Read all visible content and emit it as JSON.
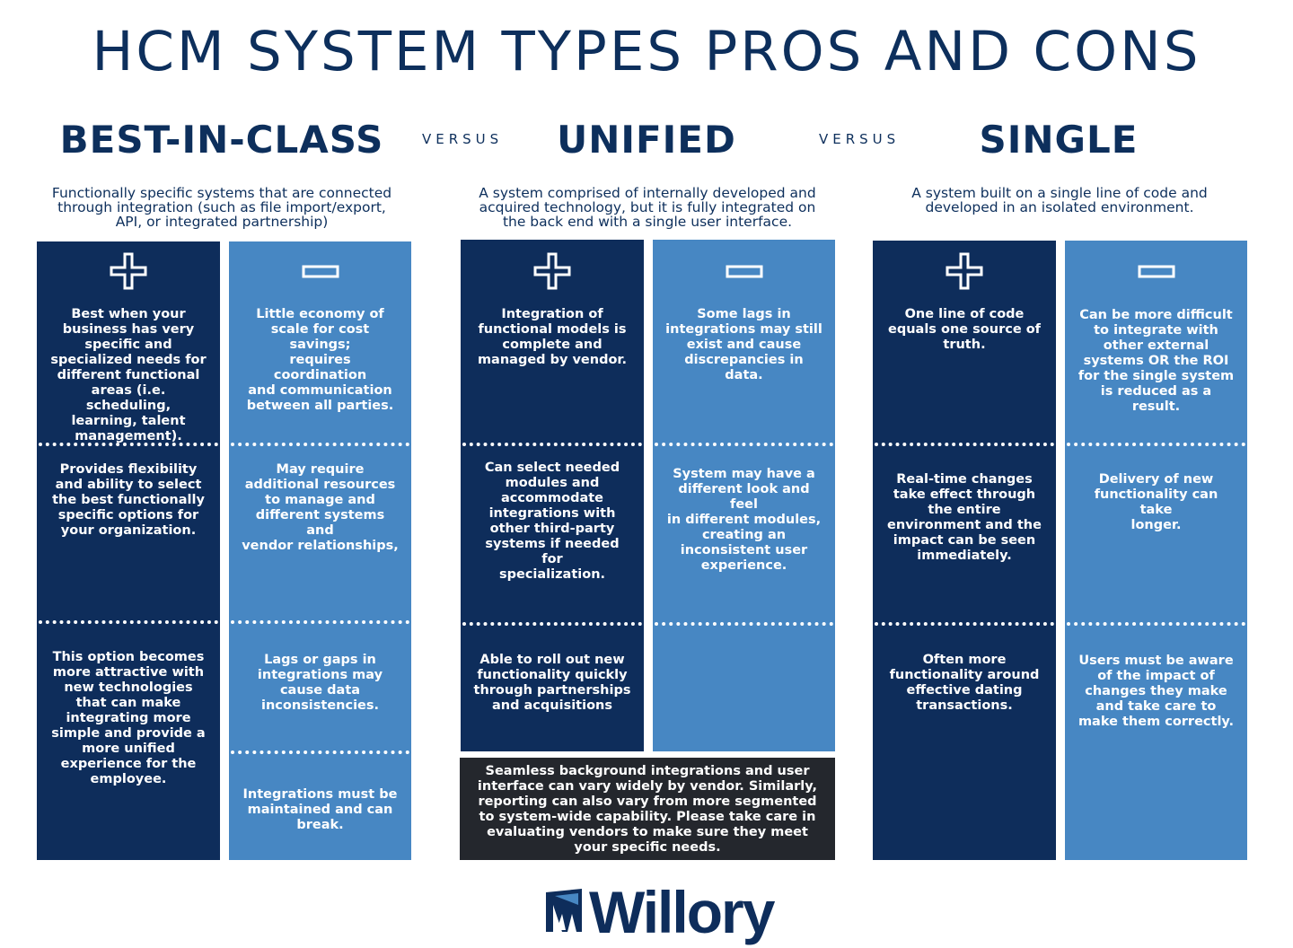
{
  "title": "HCM SYSTEM TYPES PROS AND CONS",
  "headings": {
    "best": "BEST-IN-CLASS",
    "unified": "UNIFIED",
    "single": "SINGLE",
    "versus1": "VERSUS",
    "versus2": "VERSUS"
  },
  "descriptions": {
    "best": [
      "Functionally specific systems that are connected",
      "through integration (such as file import/export,",
      "API, or integrated partnership)"
    ],
    "unified": [
      "A system comprised of internally developed and",
      "acquired technology, but it is fully integrated on",
      "the back end with a single user interface."
    ],
    "single": [
      "A system built on a single line of code and",
      "developed in an isolated environment."
    ]
  },
  "icons": {
    "pros": "plus-icon",
    "cons": "minus-icon"
  },
  "colors": {
    "navy": "#0e2d5b",
    "blue": "#4787c3",
    "note_bg": "#24272d",
    "text": "#0d2f5c"
  },
  "best": {
    "pros": [
      [
        "Best when your",
        "business has very",
        "specific and",
        "specialized needs for",
        "different functional",
        "areas (i.e. scheduling,",
        "learning, talent",
        "management)."
      ],
      [
        "Provides flexibility",
        "and ability to select",
        "the best functionally",
        "specific options for",
        "your organization."
      ],
      [
        "This option becomes",
        "more attractive with",
        "new technologies",
        "that can make",
        "integrating more",
        "simple and provide a",
        "more unified",
        "experience for the",
        "employee."
      ]
    ],
    "cons": [
      [
        "Little economy of",
        "scale for cost savings;",
        "requires coordination",
        "and communication",
        "between all parties."
      ],
      [
        "May require",
        "additional resources",
        "to manage and",
        "different systems and",
        "vendor relationships,"
      ],
      [
        "Lags or gaps in",
        "integrations may",
        "cause data",
        "inconsistencies."
      ],
      [
        "Integrations must be",
        "maintained and can",
        "break."
      ]
    ]
  },
  "unified": {
    "pros": [
      [
        "Integration of",
        "functional models is",
        "complete and",
        "managed by vendor."
      ],
      [
        "Can select needed",
        "modules and",
        "accommodate",
        "integrations with",
        "other third-party",
        "systems if needed for",
        "specialization."
      ],
      [
        "Able to roll out new",
        "functionality quickly",
        "through partnerships",
        "and acquisitions"
      ]
    ],
    "cons": [
      [
        "Some lags in",
        "integrations may still",
        "exist and cause",
        "discrepancies in data."
      ],
      [
        "System may have a",
        "different look and feel",
        "in different modules,",
        "creating an",
        "inconsistent user",
        "experience."
      ]
    ],
    "note": [
      "Seamless background integrations and user",
      "interface can vary widely by vendor. Similarly,",
      "reporting can also vary from more segmented",
      "to system-wide capability. Please take care in",
      "evaluating vendors to make sure they meet",
      "your specific needs."
    ]
  },
  "single": {
    "pros": [
      [
        "One line of code",
        "equals one source of",
        "truth."
      ],
      [
        "Real-time changes",
        "take effect through",
        "the entire",
        "environment and the",
        "impact can be seen",
        "immediately."
      ],
      [
        "Often more",
        "functionality around",
        "effective dating",
        "transactions."
      ]
    ],
    "cons": [
      [
        "Can be more difficult",
        "to integrate with",
        "other external",
        "systems OR the ROI",
        "for the single system",
        "is reduced as a result."
      ],
      [
        "Delivery of new",
        "functionality can take",
        "longer."
      ],
      [
        "Users must be aware",
        "of the impact of",
        "changes they make",
        "and take care to",
        "make them correctly."
      ]
    ]
  },
  "logo": {
    "text": "Willory"
  }
}
